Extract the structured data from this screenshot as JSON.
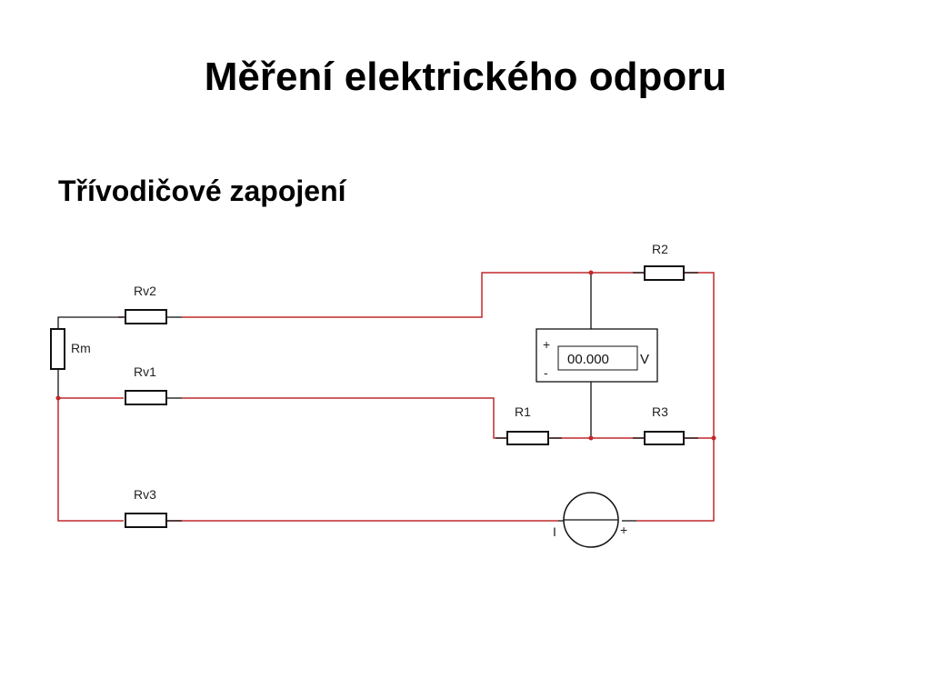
{
  "slide": {
    "title": "Měření elektrického odporu",
    "subtitle": "Třívodičové zapojení"
  },
  "diagram": {
    "colors": {
      "wire": "#c0282b",
      "component": "#111111"
    },
    "resistors": {
      "rm": "Rm",
      "rv1": "Rv1",
      "rv2": "Rv2",
      "rv3": "Rv3",
      "r1": "R1",
      "r2": "R2",
      "r3": "R3"
    },
    "voltmeter": {
      "reading": "00.000",
      "unit": "V",
      "plus": "+",
      "minus": "-"
    },
    "source": {
      "minus": "I",
      "plus": "+"
    }
  }
}
